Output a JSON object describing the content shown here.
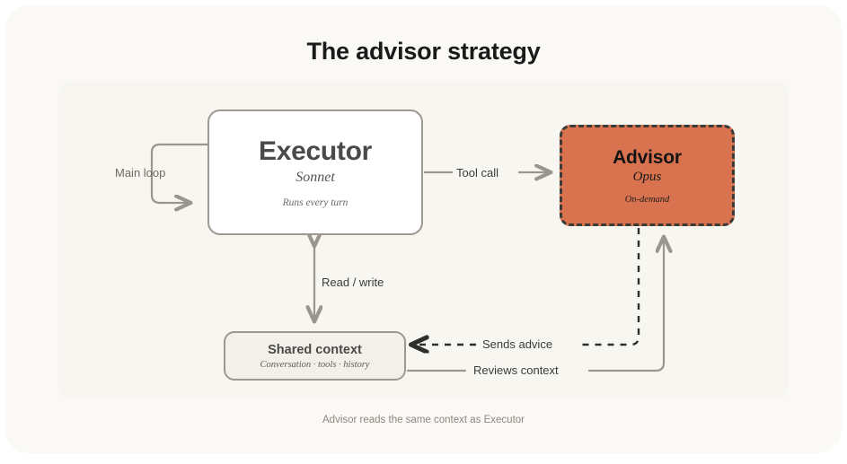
{
  "title": "The advisor strategy",
  "caption": "Advisor reads the same context as Executor",
  "colors": {
    "page_background": "#FFFFFF",
    "card_background": "#FAF9F5",
    "panel_background": "#F7F6F1",
    "advisor_fill": "#D9734F",
    "node_border": "#9D9891",
    "advisor_border": "#3A3A38",
    "edge_stroke": "#9A958E",
    "dashed_edge_stroke": "#2E2E2C",
    "title_text": "#1A1A1A",
    "caption_text": "#8D8880"
  },
  "nodes": {
    "executor": {
      "title": "Executor",
      "subtitle": "Sonnet",
      "note": "Runs every turn",
      "style": "solid",
      "fill": "#FFFFFF"
    },
    "advisor": {
      "title": "Advisor",
      "subtitle": "Opus",
      "note": "On-demand",
      "style": "dashed",
      "fill": "#D9734F"
    },
    "shared_context": {
      "title": "Shared context",
      "subtitle": "Conversation · tools · history",
      "style": "solid",
      "fill": "#F2F0E9"
    }
  },
  "edges": [
    {
      "id": "main-loop",
      "label": "Main loop",
      "line": "solid",
      "arrows": "single",
      "from": "executor",
      "to": "executor"
    },
    {
      "id": "tool-call",
      "label": "Tool call",
      "line": "solid",
      "arrows": "single",
      "from": "executor",
      "to": "advisor"
    },
    {
      "id": "read-write",
      "label": "Read / write",
      "line": "solid",
      "arrows": "double",
      "from": "executor",
      "to": "shared_context"
    },
    {
      "id": "sends-advice",
      "label": "Sends advice",
      "line": "dashed",
      "arrows": "single",
      "from": "advisor",
      "to": "shared_context"
    },
    {
      "id": "reviews-context",
      "label": "Reviews context",
      "line": "solid",
      "arrows": "single",
      "from": "shared_context",
      "to": "advisor"
    }
  ]
}
